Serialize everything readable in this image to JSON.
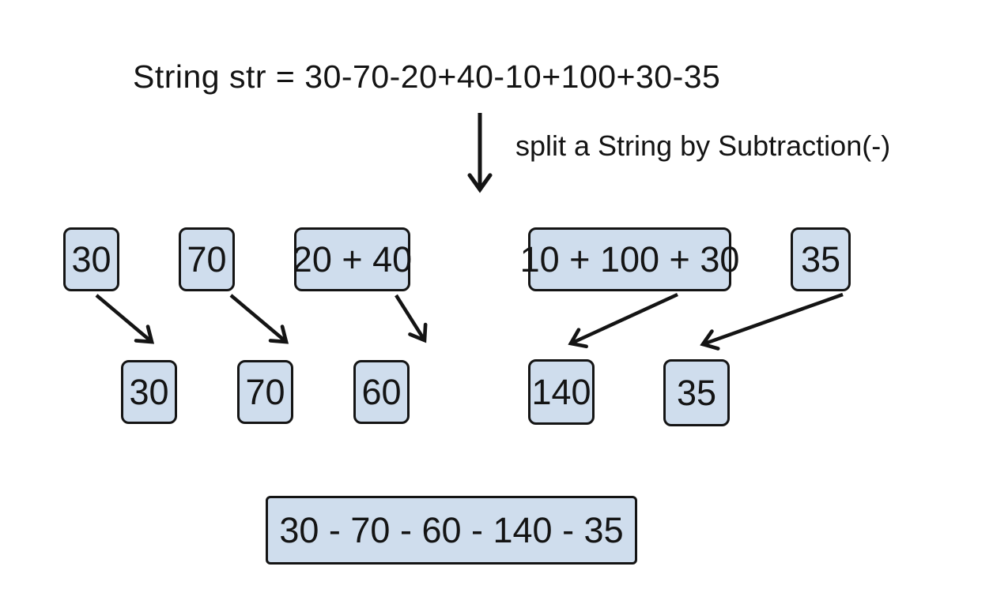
{
  "title": "String str = 30-70-20+40-10+100+30-35",
  "split_label": "split a String by Subtraction(-)",
  "split_tokens": [
    "30",
    "70",
    "20 + 40",
    "10 + 100 + 30",
    "35"
  ],
  "evaluated_tokens": [
    "30",
    "70",
    "60",
    "140",
    "35"
  ],
  "result": "30 - 70 - 60 - 140 - 35",
  "colors": {
    "background": "#ffffff",
    "box_fill": "#cfdded",
    "box_border": "#141414",
    "arrow": "#141414",
    "text": "#141414"
  }
}
